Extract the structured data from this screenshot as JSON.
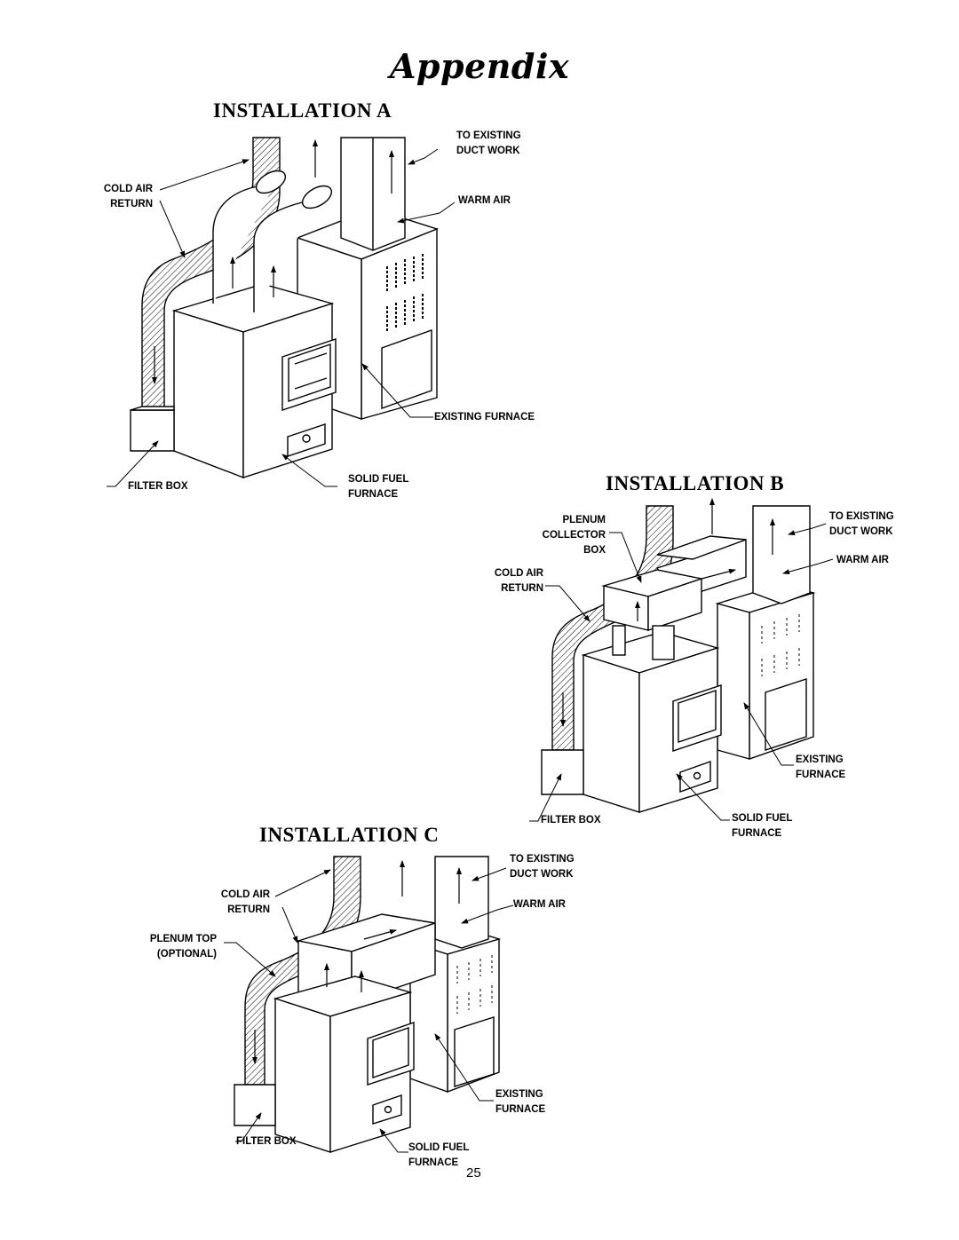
{
  "page": {
    "title": "Appendix",
    "page_number": "25"
  },
  "installation_a": {
    "title": "INSTALLATION A",
    "labels": {
      "to_existing_duct_work": "TO EXISTING\nDUCT WORK",
      "warm_air": "WARM AIR",
      "cold_air_return": "COLD AIR\nRETURN",
      "existing_furnace": "EXISTING FURNACE",
      "filter_box": "FILTER BOX",
      "solid_fuel_furnace": "SOLID FUEL\nFURNACE"
    }
  },
  "installation_b": {
    "title": "INSTALLATION B",
    "labels": {
      "plenum_collector_box": "PLENUM\nCOLLECTOR\nBOX",
      "to_existing_duct_work": "TO EXISTING\nDUCT WORK",
      "warm_air": "WARM AIR",
      "cold_air_return": "COLD AIR\nRETURN",
      "existing_furnace": "EXISTING\nFURNACE",
      "filter_box": "FILTER BOX",
      "solid_fuel_furnace": "SOLID FUEL\nFURNACE"
    }
  },
  "installation_c": {
    "title": "INSTALLATION C",
    "labels": {
      "to_existing_duct_work": "TO EXISTING\nDUCT WORK",
      "cold_air_return": "COLD AIR\nRETURN",
      "warm_air": "WARM AIR",
      "plenum_top_optional": "PLENUM TOP\n(OPTIONAL)",
      "existing_furnace": "EXISTING\nFURNACE",
      "filter_box": "FILTER BOX",
      "solid_fuel_furnace": "SOLID FUEL\nFURNACE"
    }
  }
}
